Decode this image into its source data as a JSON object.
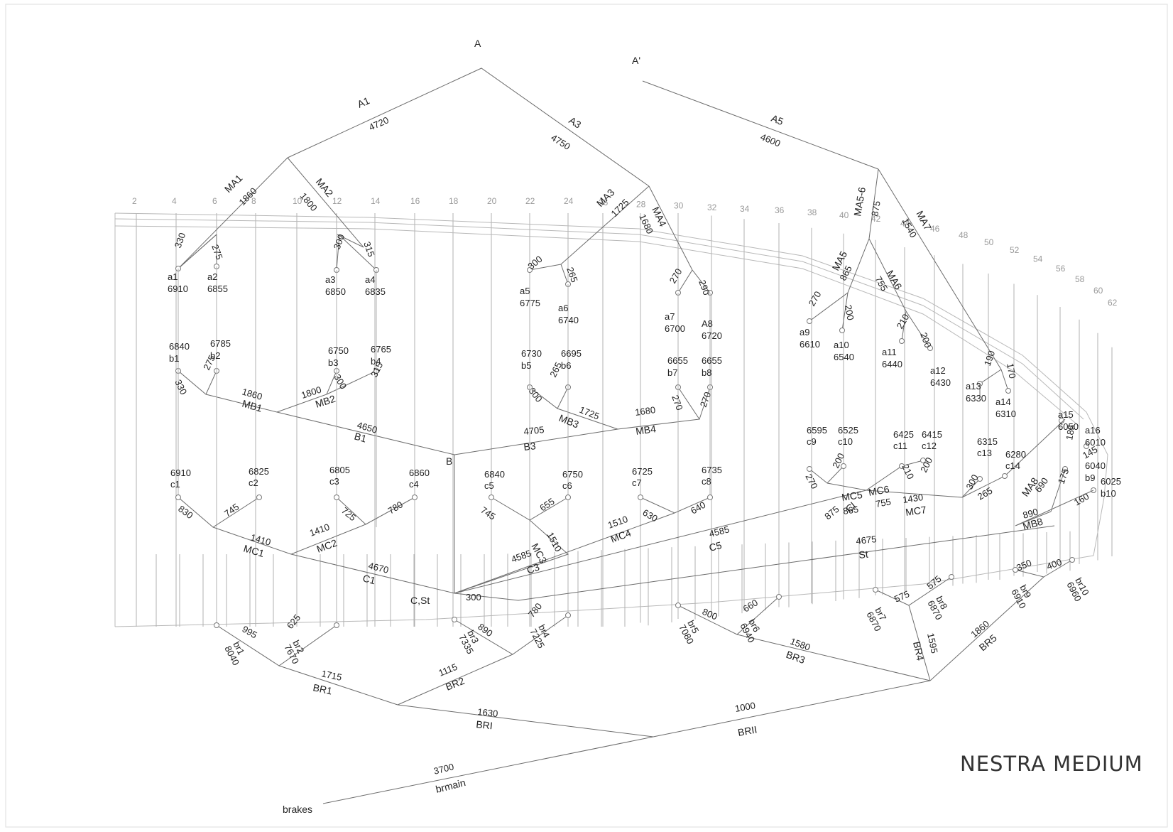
{
  "title": "NESTRA MEDIUM",
  "top_nodes": [
    "A",
    "A'",
    "B",
    "C,St",
    "brakes"
  ],
  "station_numbers": [
    "2",
    "4",
    "6",
    "8",
    "10",
    "12",
    "14",
    "16",
    "18",
    "20",
    "22",
    "24",
    "26",
    "28",
    "30",
    "32",
    "34",
    "36",
    "38",
    "40",
    "42",
    "44",
    "46",
    "48",
    "50",
    "52",
    "54",
    "56",
    "58",
    "60",
    "62"
  ],
  "segments": [
    {
      "name": "A1",
      "value": "4720"
    },
    {
      "name": "A3",
      "value": "4750"
    },
    {
      "name": "A5",
      "value": "4600"
    },
    {
      "name": "MA1",
      "value": "1860"
    },
    {
      "name": "MA2",
      "value": "1800"
    },
    {
      "name": "MA3",
      "value": "1725"
    },
    {
      "name": "MA4",
      "value": "1680"
    },
    {
      "name": "MA5-6",
      "value": "875"
    },
    {
      "name": "MA7",
      "value": "1540"
    },
    {
      "name": "MA5",
      "value": "865"
    },
    {
      "name": "MA6",
      "value": "755"
    },
    {
      "name": "MB1",
      "value": "1860"
    },
    {
      "name": "MB2",
      "value": "1800"
    },
    {
      "name": "MB3",
      "value": "1725"
    },
    {
      "name": "MB4",
      "value": "1680"
    },
    {
      "name": "B1",
      "value": "4650"
    },
    {
      "name": "B3",
      "value": "4705"
    },
    {
      "name": "MC1",
      "value": "1410"
    },
    {
      "name": "MC2",
      "value": "1410"
    },
    {
      "name": "MC3",
      "value": "1510"
    },
    {
      "name": "MC4",
      "value": "1510"
    },
    {
      "name": "MC5",
      "value": "865"
    },
    {
      "name": "MC6",
      "value": "755"
    },
    {
      "name": "MC7",
      "value": "1430"
    },
    {
      "name": "MA8",
      "value": "690"
    },
    {
      "name": "MB8",
      "value": "890"
    },
    {
      "name": "C1",
      "value": "4670"
    },
    {
      "name": "C3",
      "value": "4585"
    },
    {
      "name": "C5",
      "value": "4585"
    },
    {
      "name": "St",
      "value": "4675"
    },
    {
      "name": "Cl",
      "value": "875"
    },
    {
      "name": "BR1",
      "value": "1715"
    },
    {
      "name": "BR2",
      "value": "1115"
    },
    {
      "name": "BR3",
      "value": "1580"
    },
    {
      "name": "BR4",
      "value": "1595"
    },
    {
      "name": "BR5",
      "value": "1860"
    },
    {
      "name": "BRI",
      "value": "1630"
    },
    {
      "name": "BRII",
      "value": "1000"
    },
    {
      "name": "brmain",
      "value": "3700"
    }
  ],
  "nodes_a": [
    {
      "id": "a1",
      "v": "6910"
    },
    {
      "id": "a2",
      "v": "6855"
    },
    {
      "id": "a3",
      "v": "6850"
    },
    {
      "id": "a4",
      "v": "6835"
    },
    {
      "id": "a5",
      "v": "6775"
    },
    {
      "id": "a6",
      "v": "6740"
    },
    {
      "id": "a7",
      "v": "6700"
    },
    {
      "id": "A8",
      "v": "6720"
    },
    {
      "id": "a9",
      "v": "6610"
    },
    {
      "id": "a10",
      "v": "6540"
    },
    {
      "id": "a11",
      "v": "6440"
    },
    {
      "id": "a12",
      "v": "6430"
    },
    {
      "id": "a13",
      "v": "6330"
    },
    {
      "id": "a14",
      "v": "6310"
    },
    {
      "id": "a15",
      "v": "6050"
    },
    {
      "id": "a16",
      "v": "6010"
    }
  ],
  "nodes_b": [
    {
      "id": "b1",
      "v": "6840"
    },
    {
      "id": "b2",
      "v": "6785"
    },
    {
      "id": "b3",
      "v": "6750"
    },
    {
      "id": "b4",
      "v": "6765"
    },
    {
      "id": "b5",
      "v": "6730"
    },
    {
      "id": "b6",
      "v": "6695"
    },
    {
      "id": "b7",
      "v": "6655"
    },
    {
      "id": "b8",
      "v": "6655"
    },
    {
      "id": "b9",
      "v": "6040"
    },
    {
      "id": "b10",
      "v": "6025"
    }
  ],
  "nodes_c": [
    {
      "id": "c1",
      "v": "6910"
    },
    {
      "id": "c2",
      "v": "6825"
    },
    {
      "id": "c3",
      "v": "6805"
    },
    {
      "id": "c4",
      "v": "6860"
    },
    {
      "id": "c5",
      "v": "6840"
    },
    {
      "id": "c6",
      "v": "6750"
    },
    {
      "id": "c7",
      "v": "6725"
    },
    {
      "id": "c8",
      "v": "6735"
    },
    {
      "id": "c9",
      "v": "6595"
    },
    {
      "id": "c10",
      "v": "6525"
    },
    {
      "id": "c11",
      "v": "6425"
    },
    {
      "id": "c12",
      "v": "6415"
    },
    {
      "id": "c13",
      "v": "6315"
    },
    {
      "id": "c14",
      "v": "6280"
    }
  ],
  "nodes_br": [
    {
      "id": "br1",
      "v": "8040"
    },
    {
      "id": "br2",
      "v": "7670"
    },
    {
      "id": "br3",
      "v": "7335"
    },
    {
      "id": "br4",
      "v": "7225"
    },
    {
      "id": "br5",
      "v": "7080"
    },
    {
      "id": "br6",
      "v": "6940"
    },
    {
      "id": "br7",
      "v": "6870"
    },
    {
      "id": "br8",
      "v": "6870"
    },
    {
      "id": "br9",
      "v": "6910"
    },
    {
      "id": "br10",
      "v": "6960"
    }
  ],
  "branch_lengths": {
    "a_top": [
      "330",
      "275",
      "300",
      "315",
      "300",
      "265",
      "270",
      "290",
      "270",
      "200",
      "210",
      "200",
      "190",
      "170",
      "185",
      "145"
    ],
    "b_mid": [
      "330",
      "275",
      "300",
      "315",
      "300",
      "265",
      "270",
      "270",
      "175",
      "160"
    ],
    "c_low": [
      "830",
      "745",
      "725",
      "780",
      "745",
      "655",
      "630",
      "640",
      "270",
      "200",
      "210",
      "200",
      "300",
      "265"
    ],
    "br_low": [
      "995",
      "625",
      "890",
      "780",
      "800",
      "660",
      "575",
      "575",
      "350",
      "400"
    ],
    "c_st": "300"
  }
}
